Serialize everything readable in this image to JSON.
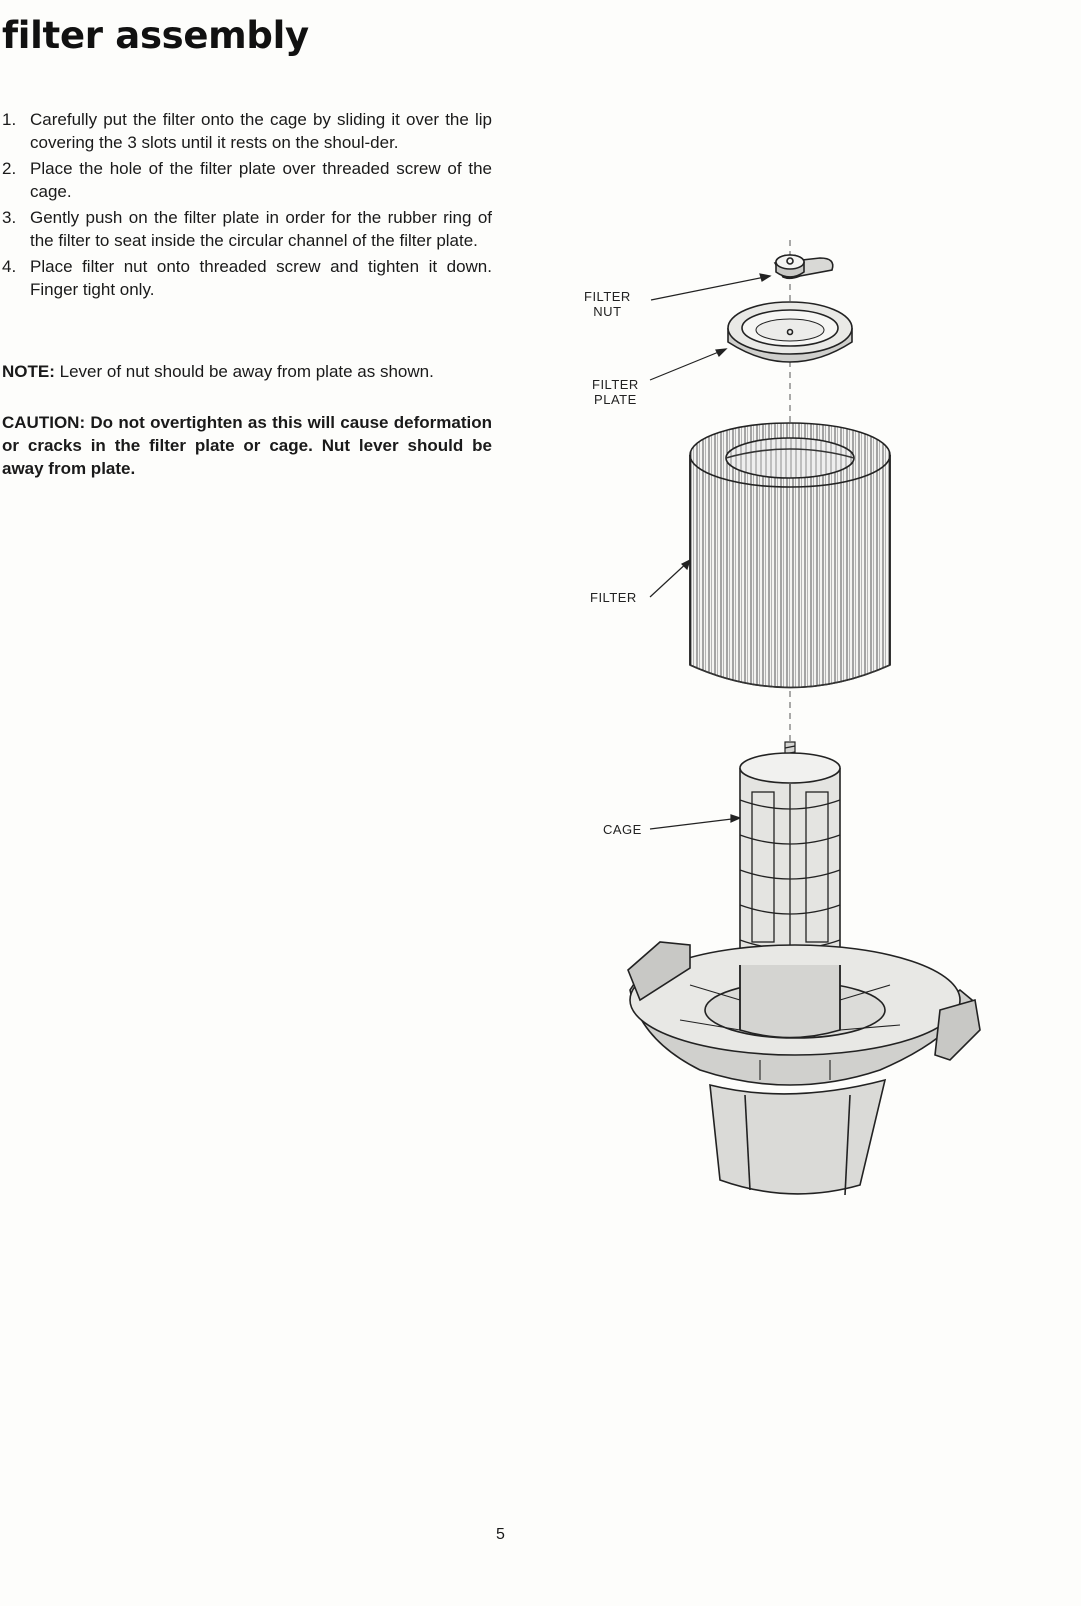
{
  "document": {
    "title": "filter assembly",
    "steps": [
      {
        "num": "1.",
        "text": "Carefully put the filter onto the cage by sliding it over the lip covering the 3 slots until it rests on the shoul-der."
      },
      {
        "num": "2.",
        "text": "Place the hole of the filter plate over threaded screw of the cage."
      },
      {
        "num": "3.",
        "text": "Gently push on the filter plate in order for the rubber ring of the filter to seat inside the circular channel of the filter plate."
      },
      {
        "num": "4.",
        "text": "Place filter nut onto threaded screw and tighten it down. Finger tight only."
      }
    ],
    "note_label": "NOTE:",
    "note_text": "Lever of nut should be away from plate as shown.",
    "caution_label": "CAUTION:",
    "caution_text": "Do not overtighten as this will cause deformation or cracks in the filter plate or cage. Nut lever should be away from plate.",
    "page_number": "5"
  },
  "figure": {
    "labels": {
      "filter_nut_line1": "FILTER",
      "filter_nut_line2": "NUT",
      "filter_plate_line1": "FILTER",
      "filter_plate_line2": "PLATE",
      "filter": "FILTER",
      "cage": "CAGE"
    }
  }
}
